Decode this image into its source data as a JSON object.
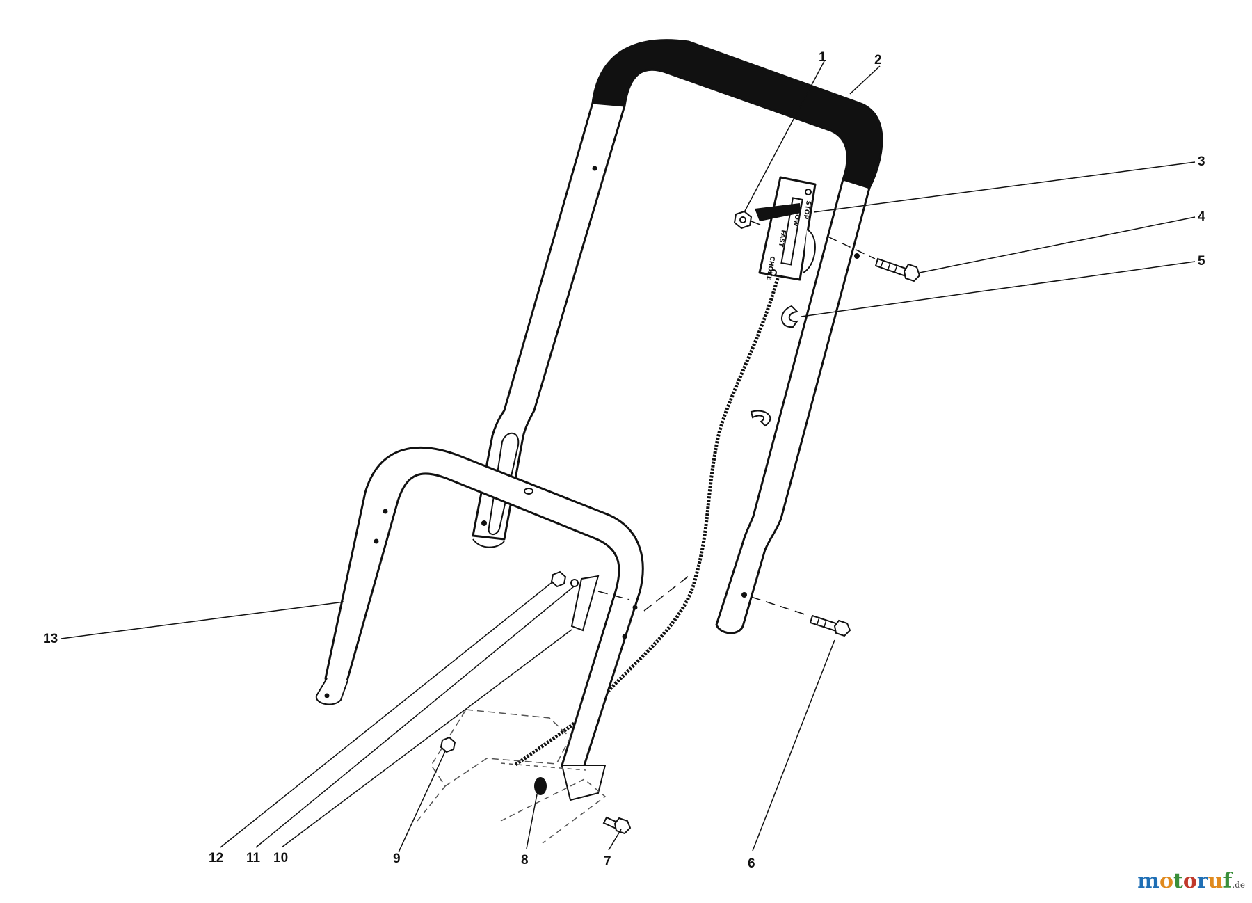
{
  "diagram": {
    "callouts": [
      {
        "id": "1",
        "label": "1"
      },
      {
        "id": "2",
        "label": "2"
      },
      {
        "id": "3",
        "label": "3"
      },
      {
        "id": "4",
        "label": "4"
      },
      {
        "id": "5",
        "label": "5"
      },
      {
        "id": "6",
        "label": "6"
      },
      {
        "id": "7",
        "label": "7"
      },
      {
        "id": "8",
        "label": "8"
      },
      {
        "id": "9",
        "label": "9"
      },
      {
        "id": "10",
        "label": "10"
      },
      {
        "id": "11",
        "label": "11"
      },
      {
        "id": "12",
        "label": "12"
      },
      {
        "id": "13",
        "label": "13"
      }
    ],
    "throttle_plate_labels": {
      "stop": "STOP",
      "slow": "SLOW",
      "fast": "FAST",
      "choke": "CHOKE"
    }
  },
  "watermark": {
    "parts": [
      {
        "text": "m",
        "color": "#1f6fb5"
      },
      {
        "text": "o",
        "color": "#e08a1e"
      },
      {
        "text": "t",
        "color": "#3a8f3a"
      },
      {
        "text": "o",
        "color": "#c0392b"
      },
      {
        "text": "r",
        "color": "#1f6fb5"
      },
      {
        "text": "u",
        "color": "#e08a1e"
      },
      {
        "text": "f",
        "color": "#3a8f3a"
      }
    ],
    "suffix": ".de"
  }
}
